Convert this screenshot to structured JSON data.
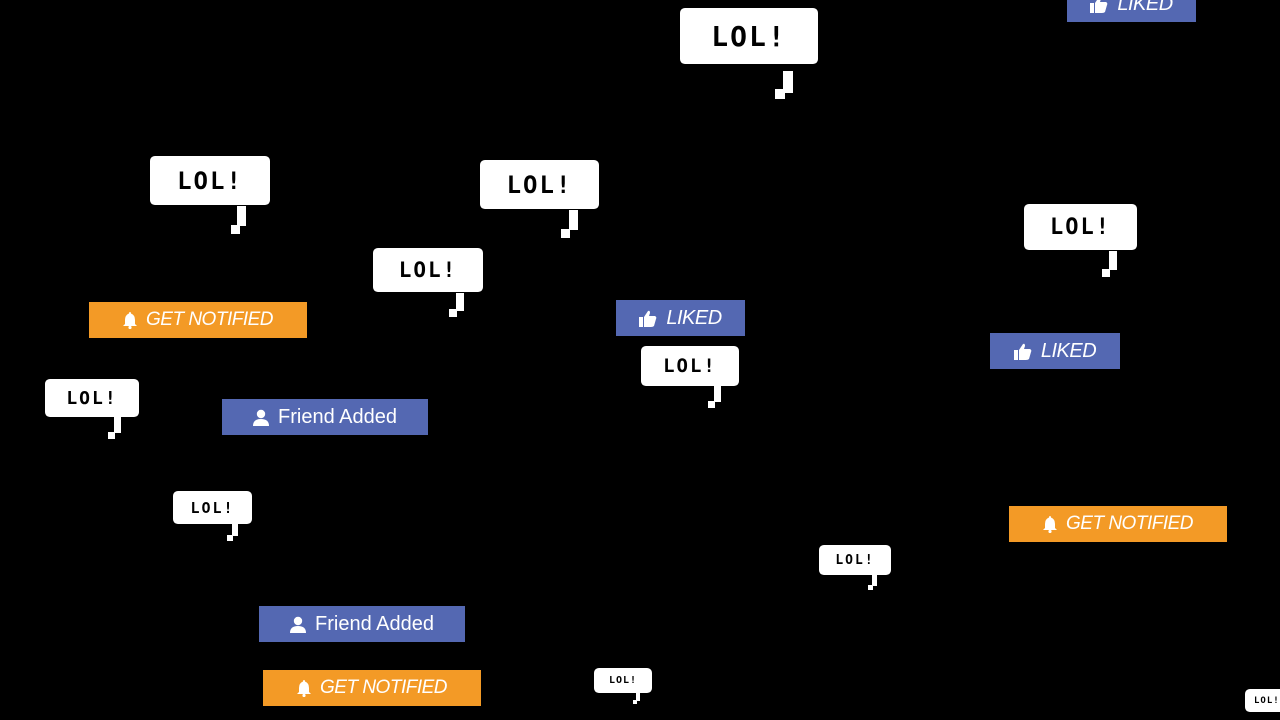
{
  "bubble_text": "LOL!",
  "liked_label": "LIKED",
  "notify_label": "GET NOTIFIED",
  "friend_label": "Friend Added",
  "icons": {
    "liked": "thumbs-up-icon",
    "notify": "bell-icon",
    "friend": "user-icon"
  },
  "colors": {
    "background": "#000000",
    "bubble": "#ffffff",
    "liked_button": "#5468b2",
    "friend_button": "#5468b2",
    "notify_button": "#f39a26"
  }
}
